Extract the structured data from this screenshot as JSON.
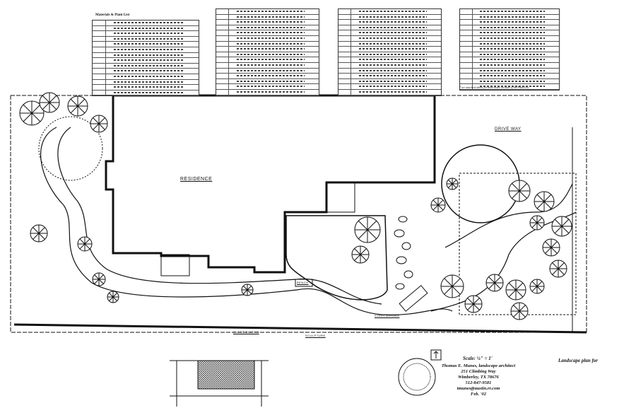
{
  "plant_list": {
    "title": "Materials & Plant List",
    "note": "* see attached sheets for more notes on each of the Plant List"
  },
  "plan_labels": {
    "residence": "RESIDENCE",
    "driveway": "DRIVE WAY",
    "bench": "BENCH",
    "sculpture": "SCULPTURE",
    "steel_edging": "STEEL EDGING",
    "glass_blocks": "GLASS BLOCKS"
  },
  "title_block": {
    "scale": "Scale: ¼\" = 1'",
    "architect": "Thomas E. Munes, landscape architect",
    "address": "251 Climbing Way",
    "city": "Wimberley, TX 78676",
    "phone": "512-847-9581",
    "email": "tmunes@austin.rr.com",
    "date": "Feb. '02",
    "plan_for": "Landscape plan for"
  }
}
